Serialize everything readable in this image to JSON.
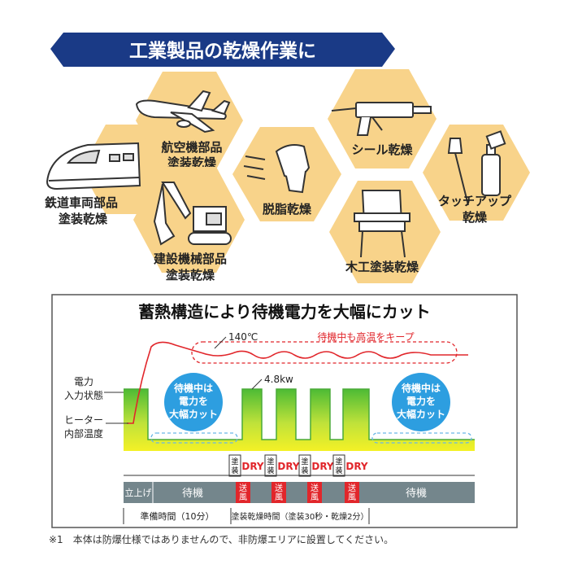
{
  "header": {
    "title": "工業製品の乾燥作業に"
  },
  "applications": [
    {
      "id": "railway",
      "lines": [
        "鉄道車両部品",
        "塗装乾燥"
      ],
      "icon": "bullet-train-icon"
    },
    {
      "id": "aircraft",
      "lines": [
        "航空機部品",
        "塗装乾燥"
      ],
      "icon": "airplane-icon"
    },
    {
      "id": "construction",
      "lines": [
        "建設機械部品",
        "塗装乾燥"
      ],
      "icon": "excavator-icon"
    },
    {
      "id": "degrease",
      "lines": [
        "脱脂乾燥"
      ],
      "icon": "wiping-hand-icon"
    },
    {
      "id": "seal",
      "lines": [
        "シール乾燥"
      ],
      "icon": "caulking-gun-icon"
    },
    {
      "id": "woodwork",
      "lines": [
        "木工塗装乾燥"
      ],
      "icon": "armchair-icon"
    },
    {
      "id": "touchup",
      "lines": [
        "タッチアップ",
        "乾燥"
      ],
      "icon": "brush-and-spray-icon"
    }
  ],
  "chart": {
    "title": "蓄熱構造により待機電力を大幅にカット",
    "temp_label": "140℃",
    "keep_label": "待機中も高温をキープ",
    "power_axis_label": [
      "電力",
      "入力状態"
    ],
    "heater_axis_label": [
      "ヒーター",
      "内部温度"
    ],
    "peak_label": "4.8kw",
    "standby_cut_left": [
      "待機中は",
      "電力を",
      "大幅カット"
    ],
    "standby_cut_right": [
      "待機中は",
      "電力を",
      "大幅カット"
    ],
    "process_steps": [
      {
        "paint": [
          "塗",
          "装"
        ],
        "dry": "DRY"
      },
      {
        "paint": [
          "塗",
          "装"
        ],
        "dry": "DRY"
      },
      {
        "paint": [
          "塗",
          "装"
        ],
        "dry": "DRY"
      },
      {
        "paint": [
          "塗",
          "装"
        ],
        "dry": "DRY"
      }
    ],
    "timeline": {
      "startup": "立上げ",
      "standby_left": "待機",
      "blow": [
        "送",
        "風"
      ],
      "standby_right": "待機"
    },
    "prep_time": "準備時間（10分）",
    "cycle_time": "塗装乾燥時間（塗装30秒・乾燥2分）"
  },
  "footnote": "※1　本体は防爆仕様ではありませんので、非防爆エリアに設置してください。",
  "colors": {
    "header_navy": "#1a3a86",
    "hex_fill": "#f8d38a",
    "red": "#e1262b",
    "green_top": "#5cc23a",
    "green_bottom": "#f2f024",
    "timeline_gray": "#74868c",
    "dashed_blue": "#6ab7e6",
    "bubble_blue": "#2d9ee0"
  }
}
